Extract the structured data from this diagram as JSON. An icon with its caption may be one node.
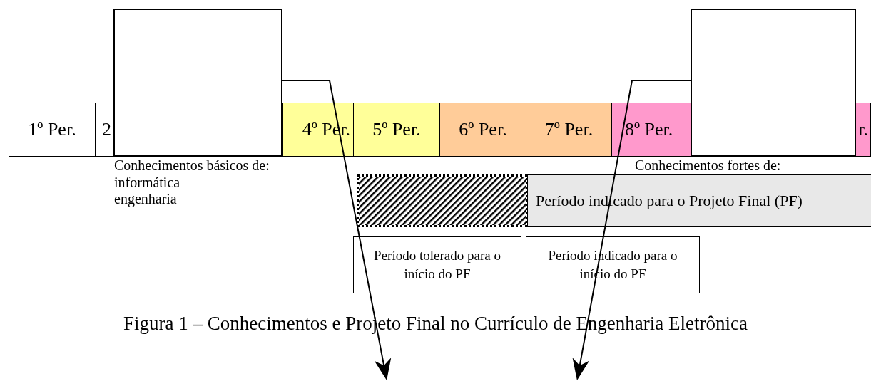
{
  "diagram": {
    "caption": "Figura 1 – Conhecimentos e Projeto Final no Currículo de Engenharia Eletrônica",
    "nodes": [
      {
        "text": [
          "1º Per."
        ]
      },
      {
        "text": [
          "2"
        ]
      },
      {
        "text": [
          "4º Per."
        ]
      },
      {
        "text": [
          "5º Per."
        ]
      },
      {
        "text": [
          "6º Per."
        ]
      },
      {
        "text": [
          "7º Per."
        ]
      },
      {
        "text": [
          "8º Per."
        ]
      },
      {
        "text": [
          "r."
        ]
      },
      {
        "text": [],
        "shape": "box"
      },
      {
        "text": [],
        "shape": "box"
      },
      {
        "text": [],
        "shape": "box"
      },
      {
        "text": [
          "Período indicado para o Projeto Final (PF)"
        ]
      },
      {
        "text": [
          "Período tolerado para o início do PF"
        ]
      },
      {
        "text": [
          "Período indicado para o início do PF"
        ]
      }
    ],
    "edges": [
      {
        "from": 8,
        "to": null,
        "arrow": "to"
      },
      {
        "from": 9,
        "to": null,
        "arrow": "to"
      }
    ],
    "labels": [
      "Conhecimentos básicos de:",
      "informática",
      "engenharia",
      "Conhecimentos fortes de:"
    ]
  }
}
